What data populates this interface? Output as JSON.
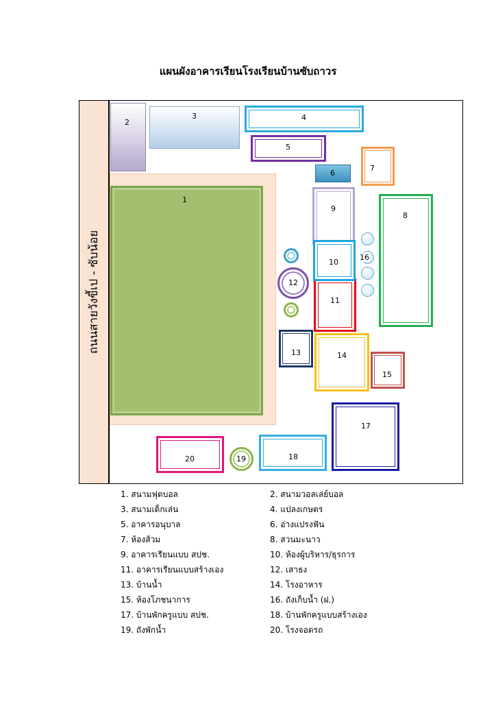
{
  "title": "แผนผังอาคารเรียนโรงเรียนบ้านซับถาวร",
  "road_label": "ถนนสายวังขี้เป   -   ซับน้อย",
  "map_labels": {
    "n1": "1",
    "n2": "2",
    "n3": "3",
    "n4": "4",
    "n5": "5",
    "n6": "6",
    "n7": "7",
    "n8": "8",
    "n9": "9",
    "n10": "10",
    "n11": "11",
    "n12": "12",
    "n13": "13",
    "n14": "14",
    "n15": "15",
    "n16": "16",
    "n17": "17",
    "n18": "18",
    "n19": "19",
    "n20": "20"
  },
  "legend": {
    "left": [
      "1.   สนามฟุตบอล",
      "3.   สนามเด็กเล่น",
      "5.   อาคารอนุบาล",
      "7.   ห้องส้วม",
      "9.   อาคารเรียนแบบ สปช.",
      "11. อาคารเรียนแบบสร้างเอง",
      "13. บ้านน้ำ",
      "15. ห้องโภชนาการ",
      "17. บ้านพักครูแบบ สปช.",
      "19. ถังพักน้ำ"
    ],
    "right": [
      "2. สนามวอลเล่ย์บอล",
      "4. แปลงเกษตร",
      "6. อ่างแปรงฟัน",
      "8. สวนมะนาว",
      "10. ห้องผู้บริหาร/ธุรการ",
      "12. เสาธง",
      "14. โรงอาหาร",
      "16. ถังเก็บน้ำ (ฝ.)",
      "18. บ้านพักครูแบบสร้างเอง",
      "20. โรงจอดรถ"
    ]
  },
  "colors": {
    "field_outer": "#fce4d3",
    "field_inner": "#9ebc6b",
    "field_border": "#7da34c",
    "volleyball": "#b8a9cf",
    "playground": "#b9d1ea",
    "plot4": "#27a9e0",
    "kindergarten": "#7030a0",
    "sink": "#3c8fbf",
    "toilet": "#f39a4a",
    "lime_garden": "#20b050",
    "building9": "#b5a4d3",
    "office": "#1aa6e6",
    "building11": "#e30613",
    "water_house": "#1f3864",
    "canteen": "#f5c01a",
    "nutrition": "#c0504d",
    "teacher_house17": "#1a1aa6",
    "teacher_house18": "#33aee0",
    "garage": "#e0157a",
    "tank19": "#8bb34a",
    "flagpole": "#7b54a8"
  }
}
